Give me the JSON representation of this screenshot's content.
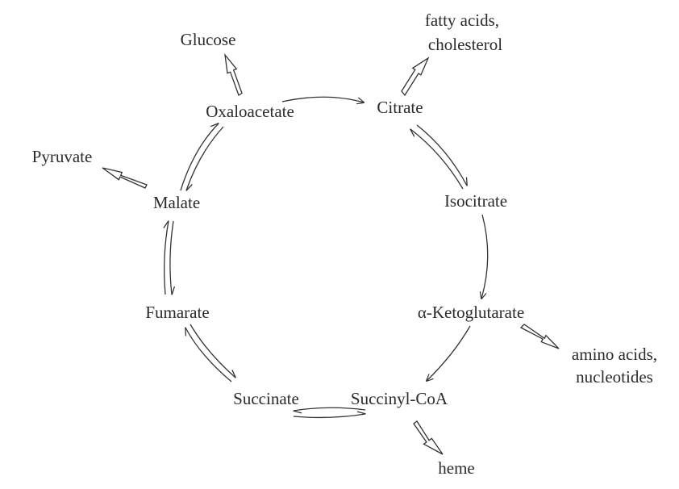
{
  "metabolites": {
    "oxaloacetate": "Oxaloacetate",
    "citrate": "Citrate",
    "isocitrate": "Isocitrate",
    "ketoglutarate": "α-Ketoglutarate",
    "succinyl_coa": "Succinyl-CoA",
    "succinate": "Succinate",
    "fumarate": "Fumarate",
    "malate": "Malate"
  },
  "outputs": {
    "glucose": "Glucose",
    "fatty_acids": [
      "fatty acids,",
      "cholesterol"
    ],
    "pyruvate": "Pyruvate",
    "amino_acids": [
      "amino acids,",
      "nucleotides"
    ],
    "heme": "heme"
  },
  "colors": {
    "ink": "#2b2b2b",
    "background": "#ffffff"
  }
}
